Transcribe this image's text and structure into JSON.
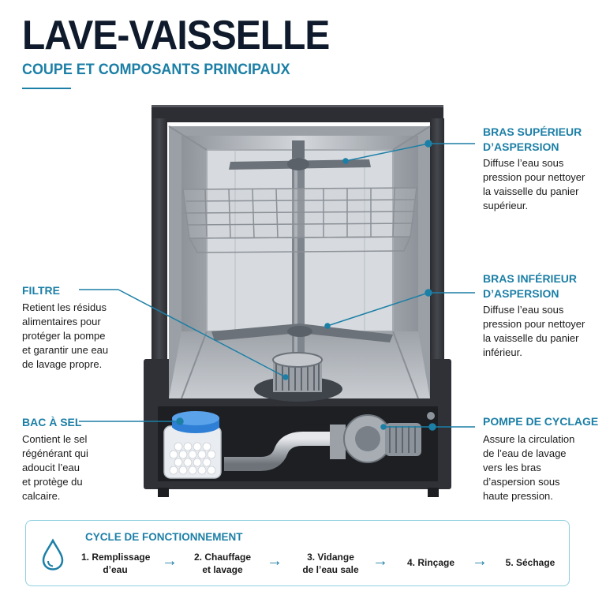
{
  "header": {
    "title": "LAVE-VAISSELLE",
    "subtitle": "COUPE ET COMPOSANTS PRINCIPAUX"
  },
  "components": {
    "upper_arm": {
      "title": [
        "BRAS SUPÉRIEUR",
        "D’ASPERSION"
      ],
      "desc": [
        "Diffuse l’eau sous",
        "pression pour nettoyer",
        "la vaisselle du panier",
        "supérieur."
      ]
    },
    "lower_arm": {
      "title": [
        "BRAS INFÉRIEUR",
        "D’ASPERSION"
      ],
      "desc": [
        "Diffuse l’eau sous",
        "pression pour nettoyer",
        "la vaisselle du panier",
        "inférieur."
      ]
    },
    "filter": {
      "title": [
        "FILTRE"
      ],
      "desc": [
        "Retient les résidus",
        "alimentaires pour",
        "protéger la pompe",
        "et garantir une eau",
        "de lavage propre."
      ]
    },
    "salt": {
      "title": [
        "BAC À SEL"
      ],
      "desc": [
        "Contient le sel",
        "régénérant qui",
        "adoucit l’eau",
        "et protège du",
        "calcaire."
      ]
    },
    "pump": {
      "title": [
        "POMPE DE CYCLAGE"
      ],
      "desc": [
        "Assure la circulation",
        "de l’eau de lavage",
        "vers les bras",
        "d’aspersion sous",
        "haute pression."
      ]
    }
  },
  "cycle": {
    "title": "CYCLE DE FONCTIONNEMENT",
    "steps": [
      [
        "1. Remplissage",
        "d’eau"
      ],
      [
        "2. Chauffage",
        "et lavage"
      ],
      [
        "3. Vidange",
        "de l’eau sale"
      ],
      [
        "4. Rinçage"
      ],
      [
        "5. Séchage"
      ]
    ],
    "arrow": "→",
    "icon": "water-drop-icon"
  },
  "colors": {
    "accent": "#1c7fa6",
    "title": "#0f1b2c",
    "cabinet": "#3a3d42",
    "steel": "#b9bec4",
    "salt_cap": "#2f7fd6"
  }
}
